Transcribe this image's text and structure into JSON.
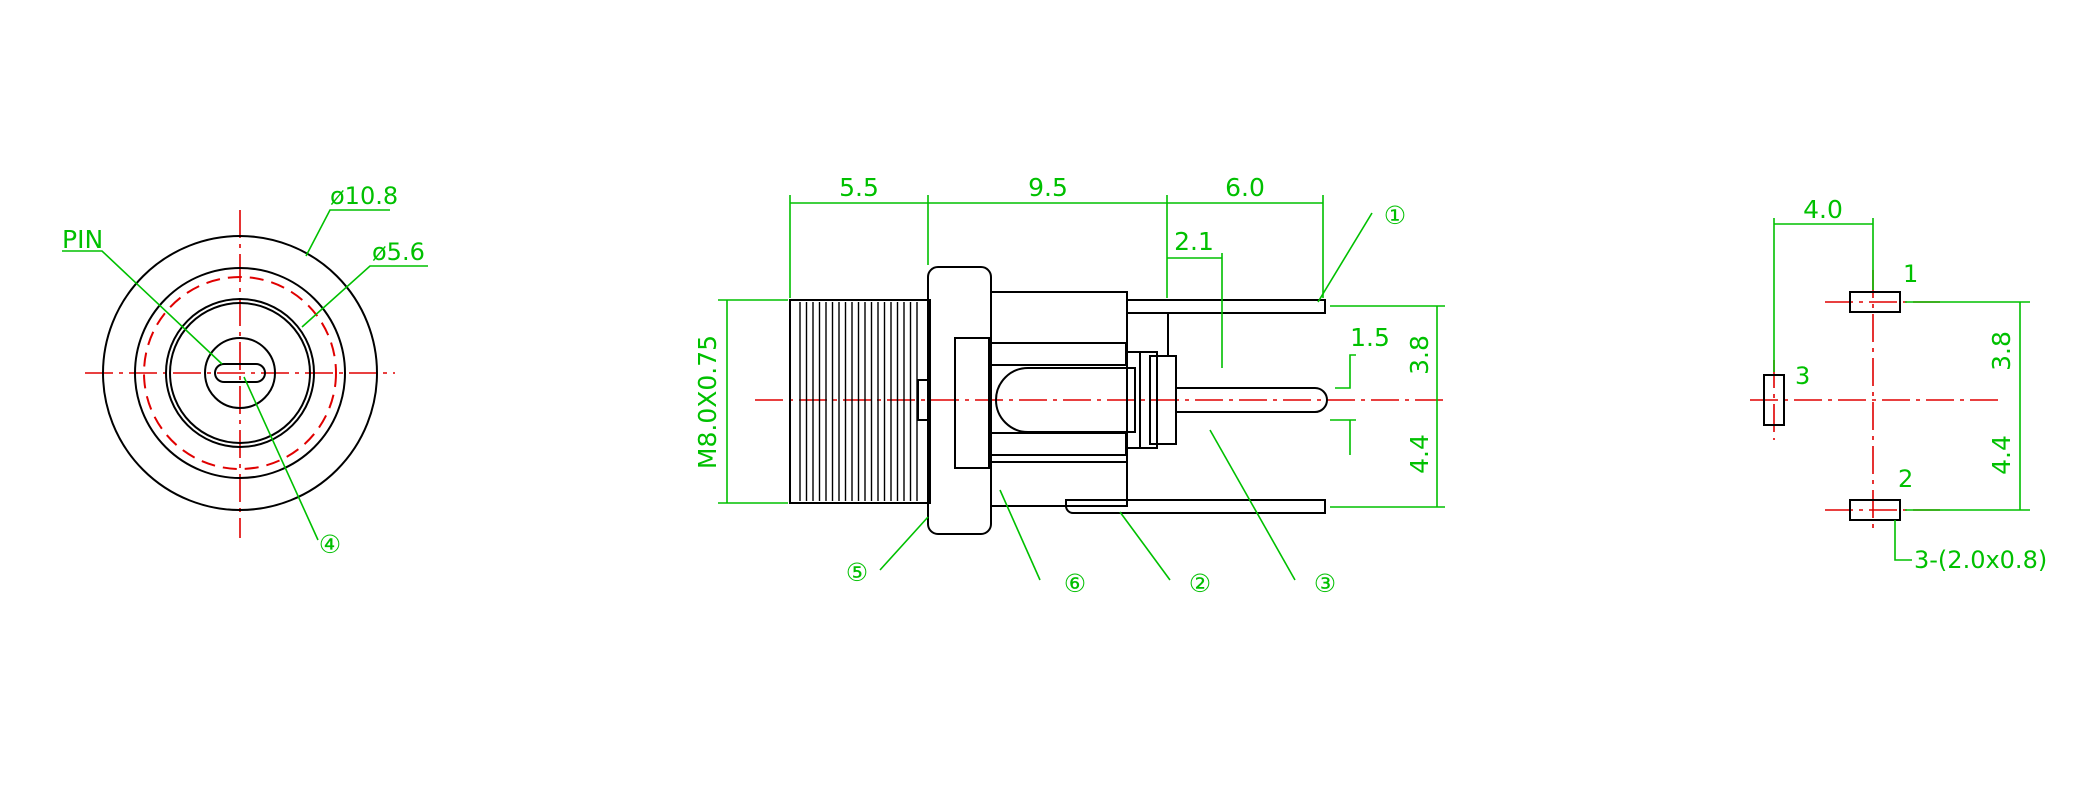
{
  "colors": {
    "outline": "#000000",
    "dimension": "#00c000",
    "centerline": "#e00000",
    "background": "#ffffff"
  },
  "front_view": {
    "outer_diameter": "ø10.8",
    "inner_diameter": "ø5.6",
    "pin_label": "PIN",
    "callout_4": "④"
  },
  "side_view": {
    "dim_a": "5.5",
    "dim_b": "9.5",
    "dim_c": "6.0",
    "dim_d": "2.1",
    "dim_e": "1.5",
    "dim_f": "3.8",
    "dim_g": "4.4",
    "thread": "M8.0X0.75",
    "callout_1": "①",
    "callout_2": "②",
    "callout_3": "③",
    "callout_5": "⑤",
    "callout_6": "⑥"
  },
  "footprint": {
    "dim_width": "4.0",
    "dim_top": "3.8",
    "dim_bottom": "4.4",
    "pad_1": "1",
    "pad_2": "2",
    "pad_3": "3",
    "pad_note": "3-(2.0x0.8)"
  }
}
